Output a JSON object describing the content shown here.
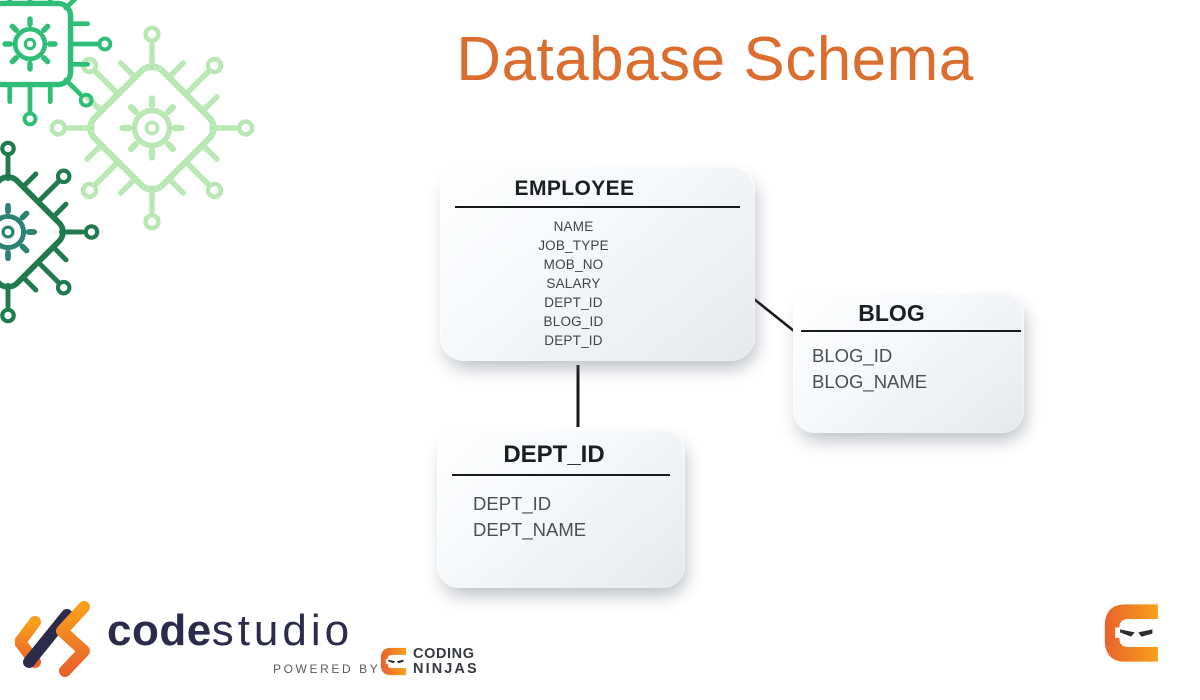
{
  "page": {
    "title": "Database Schema"
  },
  "diagram": {
    "entities": [
      {
        "name": "EMPLOYEE",
        "fields": [
          "NAME",
          "JOB_TYPE",
          "MOB_NO",
          "SALARY",
          "DEPT_ID",
          "BLOG_ID",
          "DEPT_ID"
        ]
      },
      {
        "name": "BLOG",
        "fields": [
          "BLOG_ID",
          "BLOG_NAME"
        ]
      },
      {
        "name": "DEPT_ID",
        "fields": [
          "DEPT_ID",
          "DEPT_NAME"
        ]
      }
    ],
    "relations": [
      {
        "from": "EMPLOYEE",
        "to": "BLOG"
      },
      {
        "from": "EMPLOYEE",
        "to": "DEPT_ID"
      }
    ]
  },
  "footer": {
    "brand": {
      "code": "code",
      "studio": "studio"
    },
    "powered_by": "POWERED BY",
    "ninjas": {
      "line1": "CODING",
      "line2": "NINJAS"
    }
  },
  "icons": {
    "decoration": "circuit-chip-icon",
    "gear": "gear-icon",
    "brand_mark": "code-brackets-icon",
    "ninja": "ninja-c-icon"
  },
  "colors": {
    "title_orange": "#DB6E2E",
    "brand_navy": "#2B2C4C",
    "logo_orange_1": "#F9A01B",
    "logo_orange_2": "#E8622C",
    "green_mid": "#2FBE77",
    "green_light": "#B9E8B4",
    "green_dark": "#1F7B4E",
    "green_teal": "#2E8274",
    "line_black": "#17181A"
  }
}
